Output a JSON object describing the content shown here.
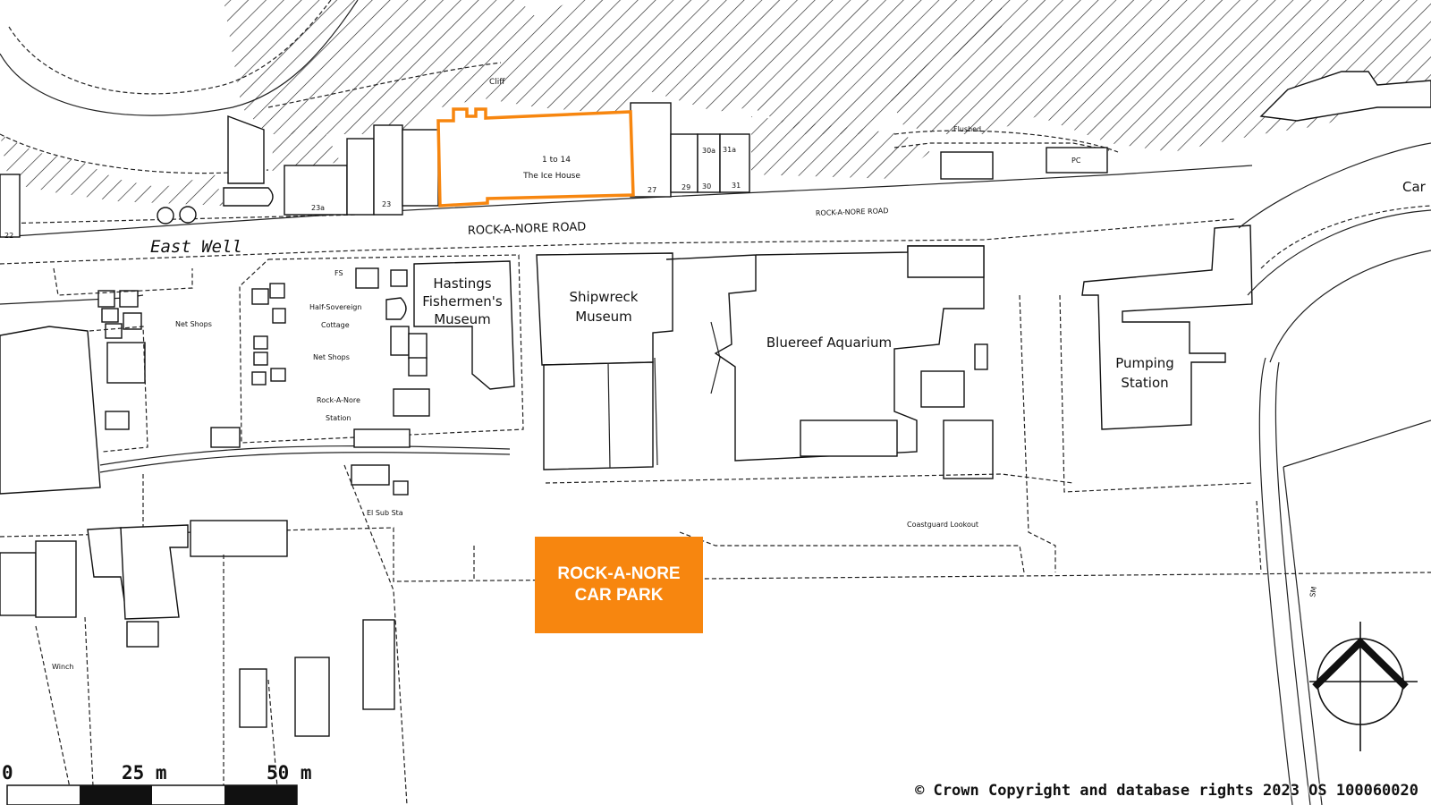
{
  "map": {
    "roads": [
      "ROCK-A-NORE ROAD",
      "ROCK-A-NORE ROAD"
    ],
    "area_label": "East Well",
    "highlight_building": {
      "line1": "1 to 14",
      "line2": "The Ice House"
    },
    "buildings": {
      "hastings": "Hastings\nFishermen's\nMuseum",
      "shipwreck": "Shipwreck\nMuseum",
      "bluereef": "Bluereef Aquarium",
      "pumping": "Pumping\nStation"
    },
    "small_labels": {
      "cliff": "Cliff",
      "flushed": "Flushed",
      "pc": "PC",
      "fs": "FS",
      "half_sov_1": "Half-Sovereign",
      "half_sov_2": "Cottage",
      "net_shops_1": "Net Shops",
      "net_shops_2": "Net Shops",
      "ran_station_1": "Rock-A-Nore",
      "ran_station_2": "Station",
      "el_sub": "El Sub Sta",
      "coastguard": "Coastguard Lookout",
      "winch": "Winch",
      "sm": "SM",
      "car": "Car"
    },
    "house_numbers": {
      "n22": "22",
      "n23a": "23a",
      "n23": "23",
      "n27": "27",
      "n29": "29",
      "n30": "30",
      "n31": "31",
      "n30a": "30a",
      "n31a": "31a"
    },
    "car_park_label": "ROCK-A-NORE\nCAR PARK",
    "scale_bar": {
      "labels": [
        "0",
        "25 m",
        "50 m"
      ]
    },
    "copyright": "© Crown Copyright and database rights 2023 OS 100060020",
    "colors": {
      "highlight": "#f7860f",
      "ink": "#111111",
      "background": "#ffffff"
    }
  }
}
